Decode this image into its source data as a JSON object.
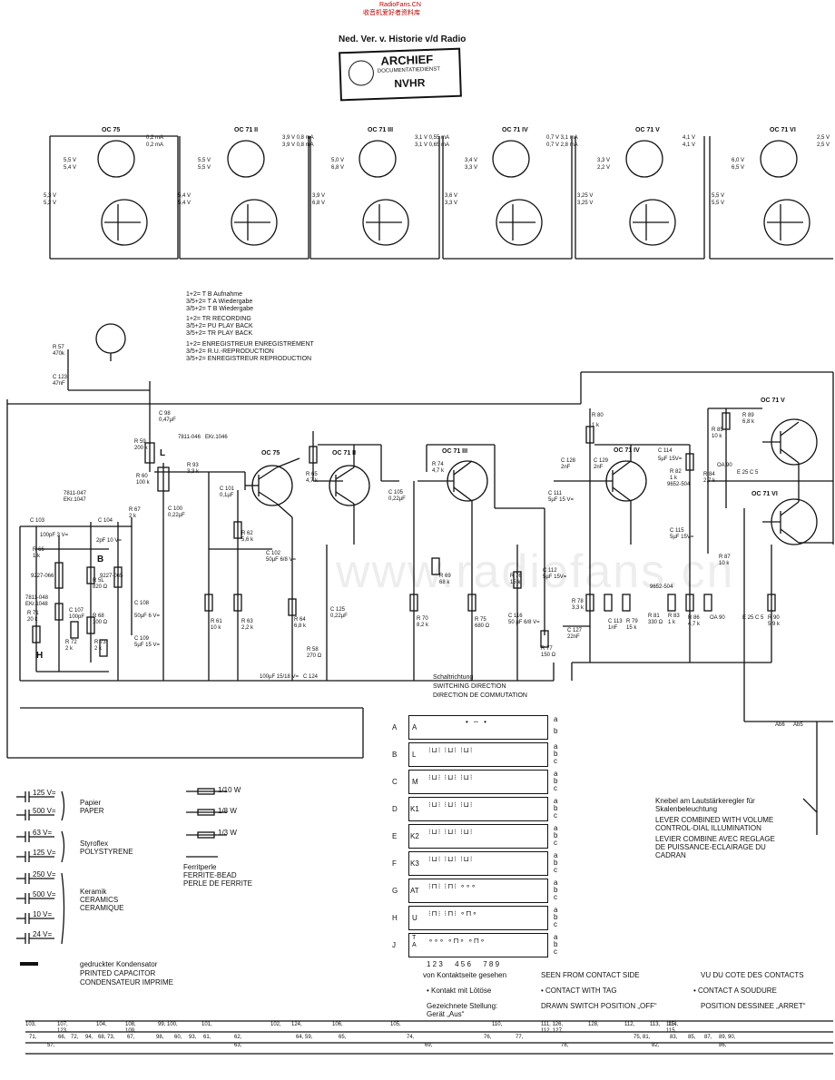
{
  "header": {
    "site": "RadioFans.CN",
    "site_cn": "收音机爱好者资料库",
    "title": "Ned. Ver. v. Historie v/d Radio",
    "stamp_line1": "ARCHIEF",
    "stamp_line2": "DOCUMENTATIEDIENST",
    "stamp_line3": "NVHR"
  },
  "watermark": "www.radiofans.cn",
  "transistor_tables": [
    {
      "name": "OC 75",
      "top": [
        "0,2 mA",
        "0,2 mA"
      ],
      "left1": [
        "5,5 V",
        "5,4 V"
      ],
      "left2": [
        "5,3 V",
        "5,2 V"
      ]
    },
    {
      "name": "OC 71 II",
      "top": [
        "3,9 V  0,8 mA",
        "3,9 V  0,8 mA"
      ],
      "left1": [
        "5,5 V",
        "5,5 V"
      ],
      "left2": [
        "5,4 V",
        "5,4 V"
      ]
    },
    {
      "name": "OC 71 III",
      "top": [
        "3,1 V  0,55 mA",
        "3,1 V  0,65 mA"
      ],
      "left1": [
        "5,0 V",
        "6,8 V"
      ],
      "left2": [
        "3,9 V",
        "6,8 V"
      ]
    },
    {
      "name": "OC 71 IV",
      "top": [
        "0,7 V  3,1 mA",
        "0,7 V  2,8 mA"
      ],
      "left1": [
        "3,4 V",
        "3,3 V"
      ],
      "left2": [
        "3,6 V",
        "3,3 V"
      ]
    },
    {
      "name": "OC 71 V",
      "top": [
        "4,1 V",
        "4,1 V"
      ],
      "left1": [
        "3,3 V",
        "2,2 V"
      ],
      "left2": [
        "3,25 V",
        "3,25 V"
      ]
    },
    {
      "name": "OC 71 VI",
      "top": [
        "2,5 V",
        "2,5 V"
      ],
      "left1": [
        "6,0 V",
        "6,5 V"
      ],
      "left2": [
        "5,5 V",
        "5,5 V"
      ]
    }
  ],
  "connector_legend": [
    "1+2= T B  Aufnahme",
    "3/5+2= T A  Wiedergabe",
    "3/5+2= T B  Wiedergabe",
    "1+2= TR  RECORDING",
    "3/5+2= PU  PLAY BACK",
    "3/5+2= TR  PLAY BACK",
    "1+2= ENREGISTREUR  ENREGISTREMENT",
    "3/5+2= R.U.-REPRODUCTION",
    "3/5+2= ENREGISTREUR  REPRODUCTION"
  ],
  "components": [
    {
      "ref": "R 57",
      "value": "470k"
    },
    {
      "ref": "C 123",
      "value": "47nF"
    },
    {
      "ref": "C 98",
      "value": "0,47µF"
    },
    {
      "ref": "R 59",
      "value": "200 k"
    },
    {
      "ref": "7811-046",
      "value": "EKr.1046"
    },
    {
      "ref": "R 60",
      "value": "100 k"
    },
    {
      "ref": "R 93",
      "value": "3,3 k"
    },
    {
      "ref": "C 100",
      "value": "0,22µF"
    },
    {
      "ref": "C 101",
      "value": "0,1µF"
    },
    {
      "ref": "R 62",
      "value": "5,6 k"
    },
    {
      "ref": "C 102",
      "value": "50µF 6/8 V="
    },
    {
      "ref": "R 61",
      "value": "10 k"
    },
    {
      "ref": "R 63",
      "value": "2,2 k"
    },
    {
      "ref": "R 64",
      "value": "6,8 k"
    },
    {
      "ref": "R 65",
      "value": "4,7 k"
    },
    {
      "ref": "C 105",
      "value": "0,22µF"
    },
    {
      "ref": "C 125",
      "value": "0,22µF"
    },
    {
      "ref": "R 58",
      "value": "270 Ω"
    },
    {
      "ref": "C 124",
      "value": "100µF 15/18 V="
    },
    {
      "ref": "R 74",
      "value": "4,7 k"
    },
    {
      "ref": "R 69",
      "value": "68 k"
    },
    {
      "ref": "R 70",
      "value": "8,2 k"
    },
    {
      "ref": "R 75",
      "value": "680 Ω"
    },
    {
      "ref": "R 76",
      "value": "15 k"
    },
    {
      "ref": "C 116",
      "value": "50 µF 6/8 V="
    },
    {
      "ref": "C 112",
      "value": "5µF 15V="
    },
    {
      "ref": "C 128",
      "value": "2nF"
    },
    {
      "ref": "C 111",
      "value": "5µF 15 V="
    },
    {
      "ref": "R 77",
      "value": "150 Ω"
    },
    {
      "ref": "C 127",
      "value": "22nF"
    },
    {
      "ref": "R 78",
      "value": "3,3 k"
    },
    {
      "ref": "C 129",
      "value": "2nF"
    },
    {
      "ref": "C 113",
      "value": "1nF"
    },
    {
      "ref": "R 79",
      "value": "15 k"
    },
    {
      "ref": "R 80",
      "value": "1 k"
    },
    {
      "ref": "C 114",
      "value": "5µF 15V="
    },
    {
      "ref": "R 82",
      "value": "1 k"
    },
    {
      "ref": "R 84",
      "value": "2,7 k"
    },
    {
      "ref": "R 85",
      "value": "10 k"
    },
    {
      "ref": "R 89",
      "value": "6,8 k"
    },
    {
      "ref": "C 115",
      "value": "5µF 15V="
    },
    {
      "ref": "R 87",
      "value": "10 k"
    },
    {
      "ref": "R 81",
      "value": "330 Ω"
    },
    {
      "ref": "R 83",
      "value": "1 k"
    },
    {
      "ref": "R 86",
      "value": "4,7 k"
    },
    {
      "ref": "R 90",
      "value": "5,9 k"
    },
    {
      "ref": "C 103",
      "value": "100pF 3 V="
    },
    {
      "ref": "R 66",
      "value": "1 k"
    },
    {
      "ref": "C 104",
      "value": "2pF 10 V="
    },
    {
      "ref": "R 67",
      "value": "2 k"
    },
    {
      "ref": "R 5L",
      "value": "820 Ω"
    },
    {
      "ref": "C 108",
      "value": "50µF 6 V="
    },
    {
      "ref": "C 107",
      "value": "100pF"
    },
    {
      "ref": "R 71",
      "value": "20 k"
    },
    {
      "ref": "R 72",
      "value": "2 k"
    },
    {
      "ref": "R 68",
      "value": "100 Ω"
    },
    {
      "ref": "R 73",
      "value": "2 k"
    },
    {
      "ref": "C 109",
      "value": "5µF 15 V="
    }
  ],
  "part_numbers": [
    "7811-047",
    "EKr.1047",
    "9227-066",
    "9227-065",
    "7811-048",
    "EKr.1048",
    "9652-504",
    "9652-504"
  ],
  "diodes": [
    "OA 90",
    "E 25 C 5",
    "OA 90",
    "E 25 C 5"
  ],
  "stage_labels": [
    "OC 75",
    "OC 71 II",
    "OC 71 III",
    "OC 71 IV",
    "OC 71 V",
    "OC 71 VI"
  ],
  "switch_letters": [
    "L",
    "B",
    "H"
  ],
  "switching": {
    "title_de": "Schaltrichtung",
    "title_en": "SWITCHING DIRECTION",
    "title_fr": "DIRECTION DE COMMUTATION",
    "rows": [
      {
        "outer": "A",
        "inner": "A"
      },
      {
        "outer": "B",
        "inner": "L"
      },
      {
        "outer": "C",
        "inner": "M"
      },
      {
        "outer": "D",
        "inner": "K1"
      },
      {
        "outer": "E",
        "inner": "K2"
      },
      {
        "outer": "F",
        "inner": "K3"
      },
      {
        "outer": "G",
        "inner": "AT"
      },
      {
        "outer": "H",
        "inner": "U"
      },
      {
        "outer": "J",
        "inner": "T A"
      }
    ],
    "abc": [
      "a",
      "b",
      "c"
    ],
    "columns": "1 2 3      4 5 6      7 8 9",
    "from_side_de": "von Kontaktseite gesehen",
    "from_side_en": "SEEN FROM CONTACT SIDE",
    "from_side_fr": "VU DU COTE DES CONTACTS",
    "tag_de": "• Kontakt mit Lötöse",
    "tag_en": "• CONTACT WITH TAG",
    "tag_fr": "• CONTACT A SOUDURE",
    "pos_de_1": "Gezeichnete Stellung:",
    "pos_de_2": "Gerät „Aus“",
    "pos_en": "DRAWN SWITCH POSITION „OFF“",
    "pos_fr": "POSITION DESSINEE „ARRET“"
  },
  "volume_note": [
    "Knebel am Lautstärkeregler für",
    "Skalenbeleuchtung",
    "LEVER COMBINED WITH VOLUME",
    "CONTROL-DIAL ILLUMINATION",
    "LEVIER COMBINE AVEC REGLAGE",
    "DE PUISSANCE-ECLAIRAGE DU",
    "CADRAN"
  ],
  "a_labels": [
    "Ab6",
    "Ab5"
  ],
  "capacitor_legend": [
    {
      "value": "125 V=",
      "group": ""
    },
    {
      "value": "500 V=",
      "group": ""
    },
    {
      "value": "63 V=",
      "group": ""
    },
    {
      "value": "125 V=",
      "group": ""
    },
    {
      "value": "250 V=",
      "group": ""
    },
    {
      "value": "500 V=",
      "group": ""
    },
    {
      "value": "10  V=",
      "group": ""
    },
    {
      "value": "24  V=",
      "group": ""
    }
  ],
  "cap_groups": [
    {
      "de": "Papier",
      "en": "PAPER",
      "fr": ""
    },
    {
      "de": "Styroflex",
      "en": "POLYSTYRENE",
      "fr": ""
    },
    {
      "de": "Keramik",
      "en": "CERAMICS",
      "fr": "CERAMIQUE"
    }
  ],
  "resistor_legend": [
    "1/10 W",
    "1/8 W",
    "1/3 W"
  ],
  "ferrite": {
    "de": "Ferritperle",
    "en": "FERRITE-BEAD",
    "fr": "PERLE DE FERRITE"
  },
  "printed_cap": {
    "de": "gedruckter Kondensator",
    "en": "PRINTED CAPACITOR",
    "fr": "CONDENSATEUR IMPRIME"
  },
  "bottom_rows": [
    [
      "103,",
      "107,",
      "104,",
      "108,",
      "99, 100,",
      "101,",
      "102,",
      "124,",
      "106,",
      "105,",
      "110,",
      "111, 126,",
      "128,",
      "112,",
      "113,",
      "114,",
      "115,"
    ],
    [
      "123,",
      "109,",
      "112, 127,",
      "115,"
    ],
    [
      "71,",
      "66,",
      "72,",
      "94,",
      "68, 73,",
      "67,",
      "98,",
      "60,",
      "93,",
      "61,",
      "62,",
      "64, 59,",
      "65,",
      "74,",
      "76,",
      "77,",
      "75,",
      "81,",
      "83,",
      "85,",
      "87,",
      "89, 90,"
    ],
    [
      "57,",
      "63,",
      "69,",
      "78,",
      "82,",
      "86,"
    ]
  ]
}
